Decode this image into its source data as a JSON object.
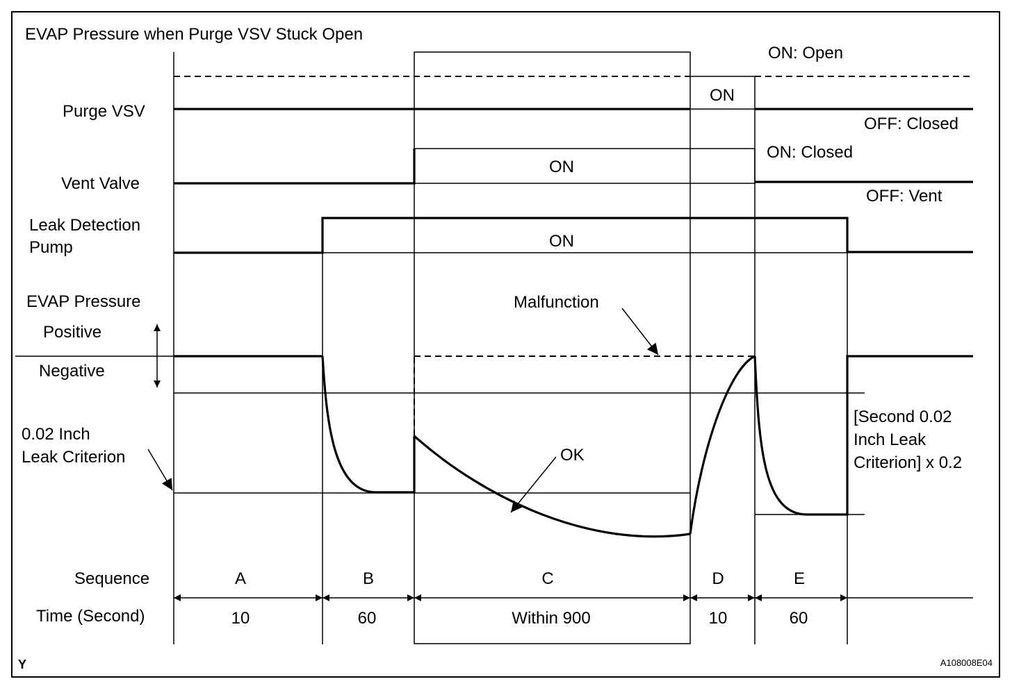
{
  "title": "EVAP Pressure when Purge VSV Stuck Open",
  "rows": {
    "purge_vsv": "Purge VSV",
    "vent_valve": "Vent Valve",
    "pump_line1": "Leak Detection",
    "pump_line2": "Pump",
    "evap_pressure": "EVAP Pressure",
    "positive": "Positive",
    "negative": "Negative",
    "criterion_line1": "0.02 Inch",
    "criterion_line2": "Leak Criterion"
  },
  "state_labels": {
    "purge_on_open": "ON: Open",
    "purge_off_closed": "OFF: Closed",
    "purge_on": "ON",
    "vent_on_closed": "ON: Closed",
    "vent_off_vent": "OFF: Vent",
    "vent_on": "ON",
    "pump_on": "ON"
  },
  "annotations": {
    "malfunction": "Malfunction",
    "ok": "OK",
    "second_line1": "[Second 0.02",
    "second_line2": "Inch Leak",
    "second_line3": "Criterion] x 0.2"
  },
  "footer": {
    "sequence_label": "Sequence",
    "time_label": "Time (Second)",
    "sequences": [
      {
        "name": "A",
        "time": "10"
      },
      {
        "name": "B",
        "time": "60"
      },
      {
        "name": "C",
        "time": "Within 900"
      },
      {
        "name": "D",
        "time": "10"
      },
      {
        "name": "E",
        "time": "60"
      }
    ],
    "corner_mark": "Y",
    "figure_id": "A108008E04"
  }
}
